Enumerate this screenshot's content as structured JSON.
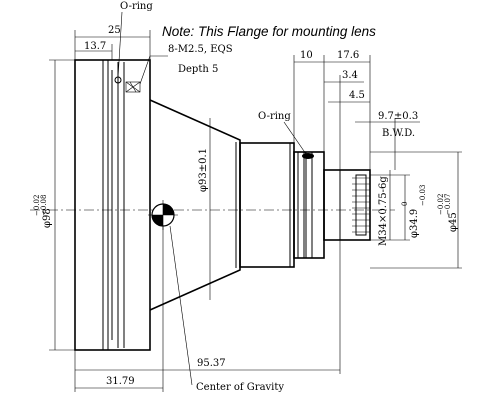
{
  "note": "Note: This Flange for mounting lens",
  "labels": {
    "oring_top": "O-ring",
    "oring_mid": "O-ring",
    "screw": "8-M2.5, EQS",
    "screw_depth": "Depth 5",
    "center_of_gravity": "Center of Gravity",
    "bwd_value": "9.7±0.3",
    "bwd_label": "B.W.D."
  },
  "dimensions": {
    "d25": "25",
    "d13_7": "13.7",
    "d10": "10",
    "d17_6": "17.6",
    "d3_4": "3.4",
    "d4_5": "4.5",
    "d93": "φ93±0.1",
    "d98_main": "φ98",
    "d98_tol_upper": "−0.02",
    "d98_tol_lower": "−0.08",
    "d45_main": "φ45",
    "d45_tol_upper": "−0.02",
    "d45_tol_lower": "−0.07",
    "d34_9_main": "φ34.9",
    "d34_9_tol_upper": "0",
    "d34_9_tol_lower": "−0.03",
    "m34": "M34×0.75-6g",
    "d95_37": "95.37",
    "d31_79": "31.79"
  }
}
